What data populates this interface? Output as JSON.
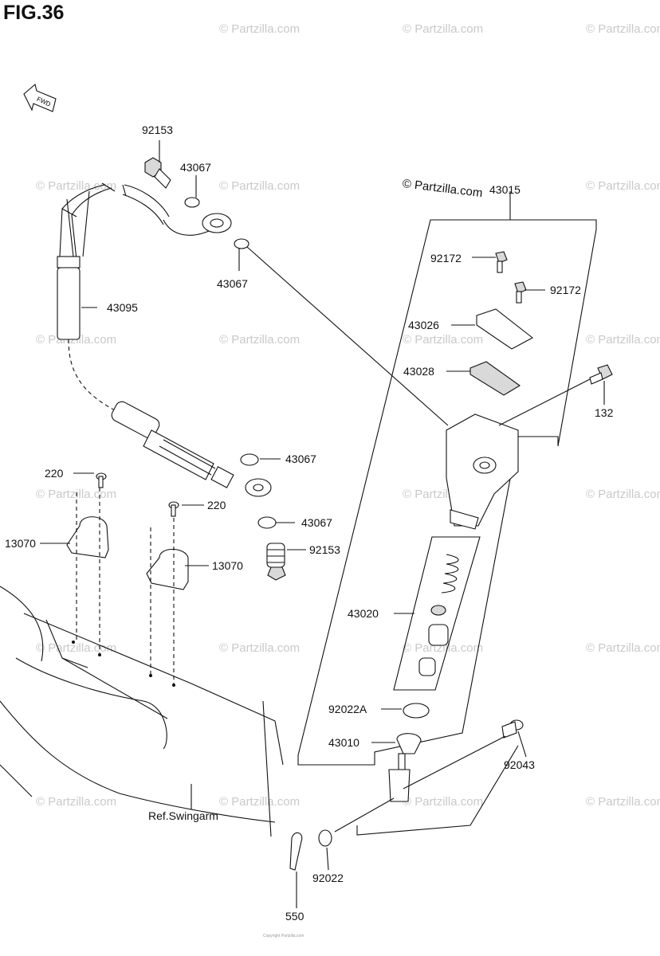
{
  "figure": {
    "title": "FIG.36"
  },
  "watermark": {
    "text": "© Partzilla.com",
    "highlight": "© Partzilla.com"
  },
  "direction_label": "FWD",
  "labels": {
    "p92153_top": "92153",
    "p43067_a": "43067",
    "p43067_b": "43067",
    "p43095": "43095",
    "p43015": "43015",
    "p92172_a": "92172",
    "p92172_b": "92172",
    "p43026": "43026",
    "p43028": "43028",
    "p132": "132",
    "p43067_c": "43067",
    "p220_a": "220",
    "p220_b": "220",
    "p43067_d": "43067",
    "p13070_a": "13070",
    "p92153_b": "92153",
    "p13070_b": "13070",
    "p43020": "43020",
    "p92022A": "92022A",
    "p43010": "43010",
    "p92043": "92043",
    "ref_swingarm": "Ref.Swingarm",
    "p92022": "92022",
    "p550": "550"
  },
  "footer": "Copyright Partzilla.com"
}
